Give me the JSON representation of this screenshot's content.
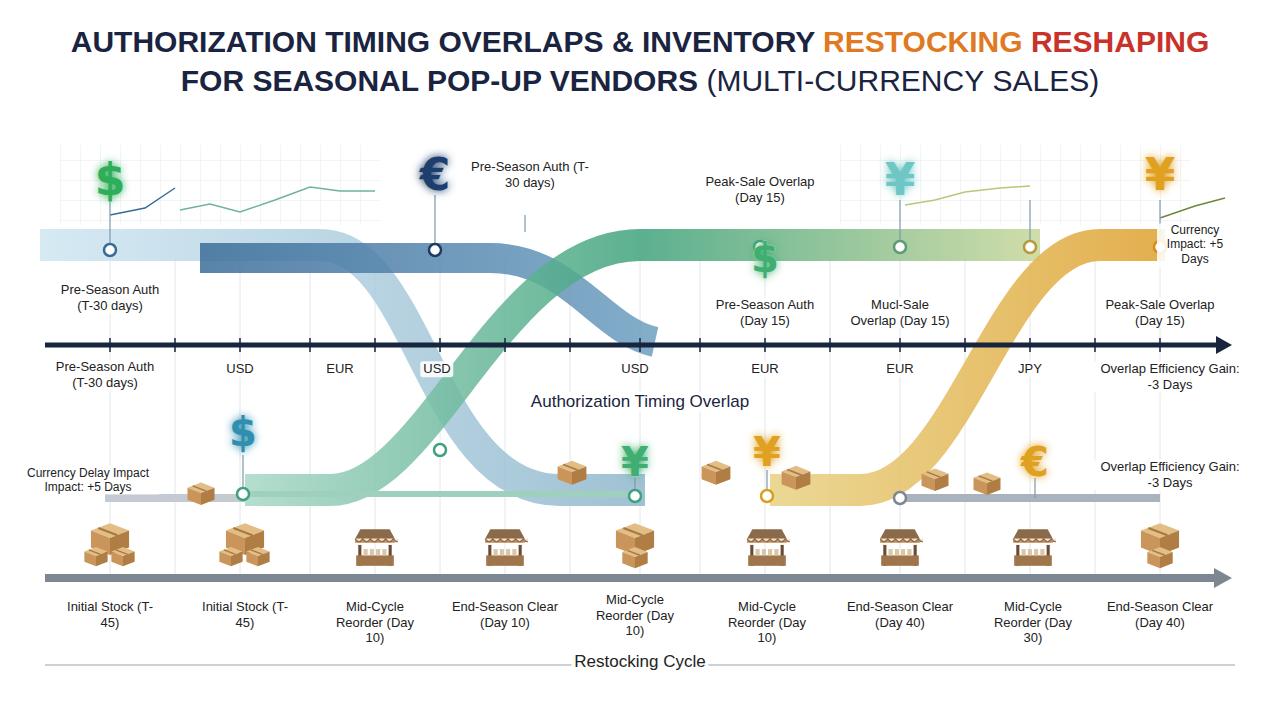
{
  "diagram": {
    "title": "AUTHORIZATION TIMING OVERLAPS & INVENTORY RESTOCKING RESHAPING FOR SEASONAL POP-UP VENDORS (MULTI-CURRENCY SALES)",
    "labels": [
      "$",
      "€",
      "Pre-Season Auth (T-30 days)",
      "Peak-Sale Overlap (Day 15)",
      "¥",
      "¥",
      "Currency Impact: +5 Days",
      "Pre-Season Auth (T-30 days)",
      "$",
      "Pre-Season Auth (Day 15)",
      "Mucl-Sale Overlap (Day 15)",
      "Peak-Sale Overlap (Day 15)",
      "Pre-Season Auth (T-30 days)",
      "USD",
      "EUR",
      "USD",
      "USD",
      "EUR",
      "EUR",
      "JPY",
      "Overlap Efficiency Gain: -3 Days",
      "Authorization Timing Overlap",
      "$",
      "¥",
      "¥",
      "€",
      "Overlap Efficiency Gain: -3 Days",
      "Currency Delay Impact Impact: +5 Days",
      "Initial Stock (T-45)",
      "Initial Stock (T-45)",
      "Mid-Cycle Reorder (Day 10)",
      "End-Season Clear (Day 10)",
      "Mid-Cycle Reorder (Day 10)",
      "Mid-Cycle Reorder (Day 10)",
      "End-Season Clear (Day 40)",
      "Mid-Cycle Reorder (Day 30)",
      "End-Season Clear (Day 40)",
      "Restocking Cycle"
    ]
  }
}
